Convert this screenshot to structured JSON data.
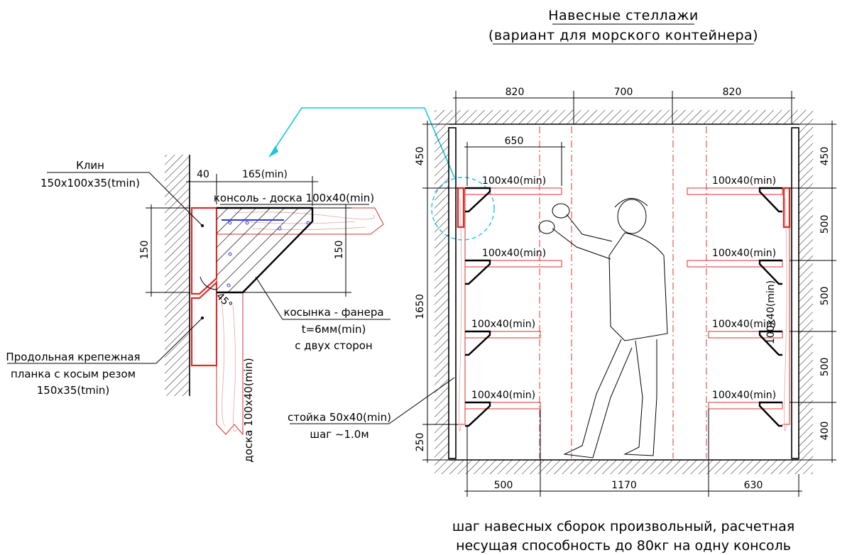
{
  "title": {
    "line1": "Навесные стеллажи",
    "line2": "(вариант для морского контейнера)"
  },
  "detail": {
    "klin_label": "Клин",
    "klin_size": "150x100x35(tmin)",
    "dim_40": "40",
    "dim_165": "165(min)",
    "console_label": "консоль - доска 100x40(min)",
    "dim_150_left": "150",
    "dim_150_right": "150",
    "angle": "45°",
    "gusset_label": "косынка - фанера",
    "gusset_thickness": "t=6мм(min)",
    "gusset_sides": "с двух сторон",
    "strip_line1": "Продольная крепежная",
    "strip_line2": "планка с косым резом",
    "strip_size": "150x35(tmin)",
    "board_label": "доска 100x40(min)"
  },
  "elevation": {
    "top_dims": [
      "820",
      "700",
      "820"
    ],
    "dim_650": "650",
    "left_dims": [
      "450",
      "1650",
      "250"
    ],
    "right_dims": [
      "450",
      "500",
      "500",
      "500",
      "400"
    ],
    "bottom_dims": [
      "500",
      "1170",
      "630"
    ],
    "shelf_label": "100x40(min)",
    "right_post_label": "100x40(min)",
    "post_label": "стойка 50x40(min)",
    "post_step": "шаг ~1.0м"
  },
  "footnote": {
    "line1": "шаг навесных сборок произвольный, расчетная",
    "line2": "несущая способность до 80кг на одну консоль"
  },
  "colors": {
    "line": "#000000",
    "timber": "#d8302c",
    "pointer": "#19c4e6",
    "background": "#ffffff"
  }
}
